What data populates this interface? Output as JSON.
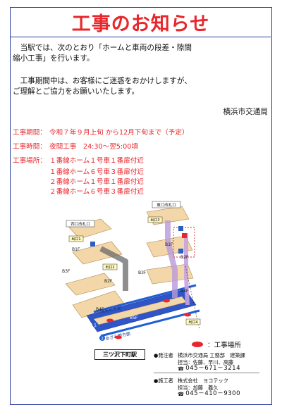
{
  "notice": {
    "title": "工事のお知らせ",
    "para1_line1": "当駅では、次のとおり「ホームと車両の段差・隙間",
    "para1_line2": "縮小工事」を行います。",
    "para2_line1": "工事期間中は、お客様にご迷惑をおかけしますが、",
    "para2_line2": "ご理解とご協力をお願いいたします。",
    "issuer": "横浜市交通局"
  },
  "info": {
    "period_label": "工事期間：",
    "period_value": "令和７年９月上旬 から12月下旬まで（予定）",
    "time_label": "工事時間：",
    "time_value": "夜間工事　24:30～翌5:00頃",
    "location_label": "工事場所：",
    "locations": [
      "１番線ホーム１号車１番扉付近",
      "１番線ホーム６号車３番扉付近",
      "２番線ホーム１号車１番扉付近",
      "２番線ホーム６号車３番扉付近"
    ]
  },
  "diagram": {
    "floors": [
      "B1F",
      "B2F",
      "B3F",
      "B4F",
      "B5F"
    ],
    "exits": [
      "西口改札口",
      "東口改札口",
      "出口1",
      "出口2",
      "出口3",
      "出口4"
    ],
    "track1_label": "１",
    "track2_label": "２",
    "dir1": "湘南台方面",
    "dir2": "あざみ野方面",
    "station_name": "三ツ沢下町駅",
    "legend": "：工事場所",
    "colors": {
      "accent": "#e8262b",
      "track": "#1f5fd6",
      "frame": "#2a3f9a"
    }
  },
  "contacts": [
    {
      "mark": "●発注者",
      "org": "横浜市交通局 工務部　建築課",
      "staff_label": "担当：",
      "staff": "佐藤、早川、高藤",
      "phone_label": "☎",
      "phone": "045－671－3214"
    },
    {
      "mark": "●施工者",
      "org": "株式会社　ヨコテック",
      "staff_label": "担当：",
      "staff": "加藤　義久",
      "phone_label": "☎",
      "phone": "045－410－9300"
    }
  ]
}
